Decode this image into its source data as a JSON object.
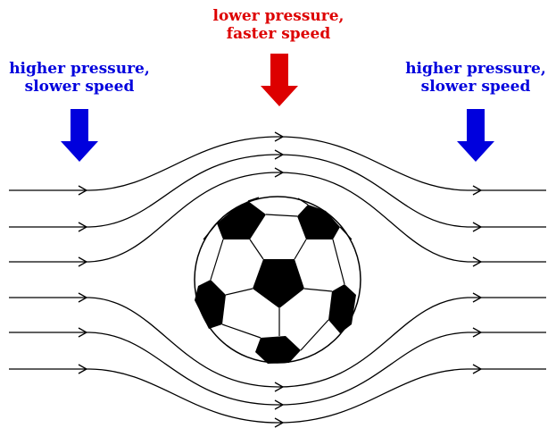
{
  "labels": {
    "left": {
      "line1": "higher pressure,",
      "line2": "slower speed"
    },
    "top": {
      "line1": "lower pressure,",
      "line2": "faster speed"
    },
    "right": {
      "line1": "higher pressure,",
      "line2": "slower speed"
    }
  },
  "colors": {
    "high_pressure": "#0000dd",
    "low_pressure": "#dd0000",
    "streamline": "#000000",
    "ball_patch": "#000000",
    "background": "#ffffff"
  },
  "icons": {
    "pressure_arrow": "down-arrow",
    "flow_direction": "right-arrowhead"
  }
}
